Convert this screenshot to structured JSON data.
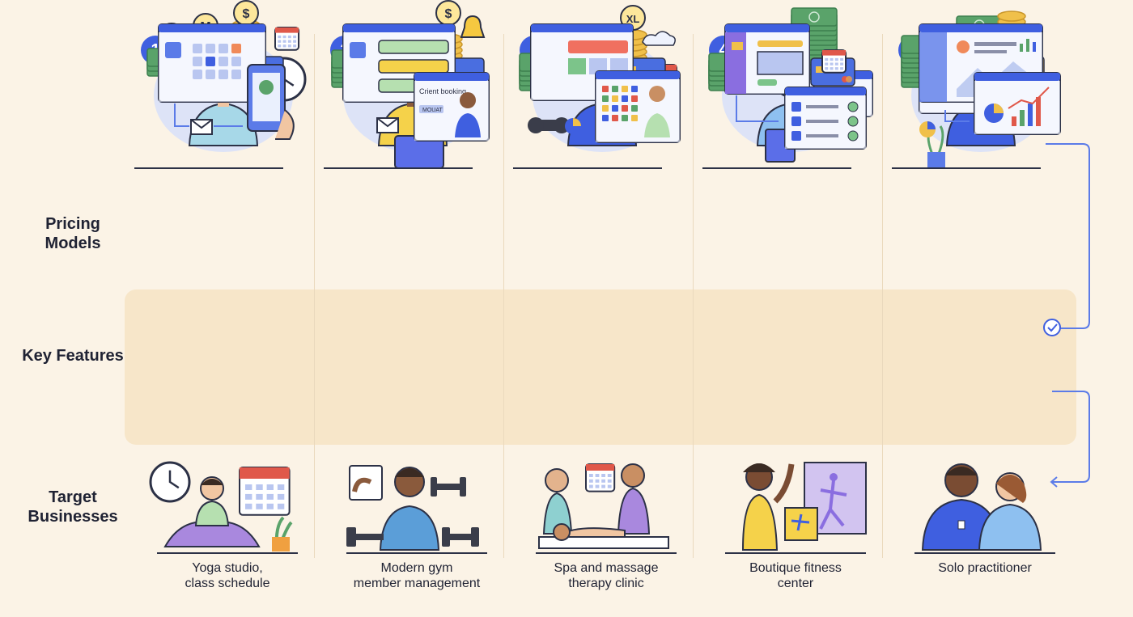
{
  "row_labels": {
    "pricing": "Pricing Models",
    "features": "Key Features",
    "target": "Target Businesses"
  },
  "columns": [
    {
      "number": "1",
      "person_icon": "yoga-instructor-icon",
      "pricing_icon": "small-money-stack-icon",
      "pricing_badges": [
        "$",
        "M",
        "$"
      ],
      "feature_icon": "class-calendar-app-icon",
      "target_icon": "yoga-meditation-icon",
      "caption": [
        "Yoga studio,",
        "class schedule"
      ]
    },
    {
      "number": "2",
      "person_icon": "laptop-manager-icon",
      "pricing_icon": "medium-money-stack-icon",
      "pricing_badges": [
        "$"
      ],
      "feature_icon": "client-booking-app-icon",
      "feature_booking_title": "Crient booking",
      "feature_booking_tag": "MOUAT",
      "target_icon": "gym-weights-icon",
      "caption": [
        "Modern gym",
        "member management"
      ]
    },
    {
      "number": "3",
      "person_icon": "dumbbell-trainer-icon",
      "pricing_icon": "large-money-stack-icon",
      "pricing_badges": [
        "XL"
      ],
      "feature_icon": "cloud-dashboard-icon",
      "target_icon": "massage-therapy-icon",
      "caption": [
        "Spa and massage",
        "therapy clinic"
      ]
    },
    {
      "number": "4",
      "person_icon": "clipboard-coach-icon",
      "pricing_icon": "xl-money-stack-icon",
      "pricing_badges": [],
      "feature_icon": "checklist-scheduler-icon",
      "target_icon": "dance-studio-icon",
      "caption": [
        "Boutique fitness",
        "center"
      ]
    },
    {
      "number": "5",
      "person_icon": "solo-practitioner-icon",
      "pricing_icon": "premium-money-stack-icon",
      "pricing_badges": [],
      "feature_icon": "analytics-dashboard-icon",
      "target_icon": "practitioner-pair-icon",
      "caption": [
        "Solo practitioner"
      ]
    }
  ],
  "colors": {
    "accent": "#3f5fe0",
    "background": "#fbf3e6",
    "band": "#f7e6c9",
    "money": "#5aa36a",
    "coin": "#f0c04a",
    "blob": "#dde3f7"
  }
}
